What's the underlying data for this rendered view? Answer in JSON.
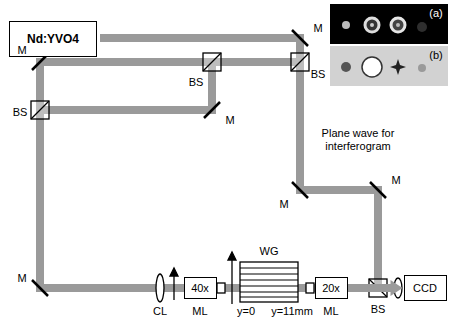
{
  "diagram": {
    "nodes": [
      {
        "text": [
          "Nd:YVO4"
        ]
      },
      {
        "text": [
          "40x"
        ]
      },
      {
        "text": [
          "20x"
        ]
      },
      {
        "text": [
          "CCD"
        ]
      }
    ],
    "edges": [
      {
        "from": 2,
        "to": 3,
        "arrow": "to"
      }
    ],
    "labels": [
      "(a)",
      "(b)",
      "M",
      "BS",
      "BS",
      "M",
      "BS",
      "M",
      "Plane wave for interferogram",
      "M",
      "M",
      "M",
      "CL",
      "ML",
      "WG",
      "y=0",
      "y=11mm",
      "ML",
      "BS"
    ]
  }
}
